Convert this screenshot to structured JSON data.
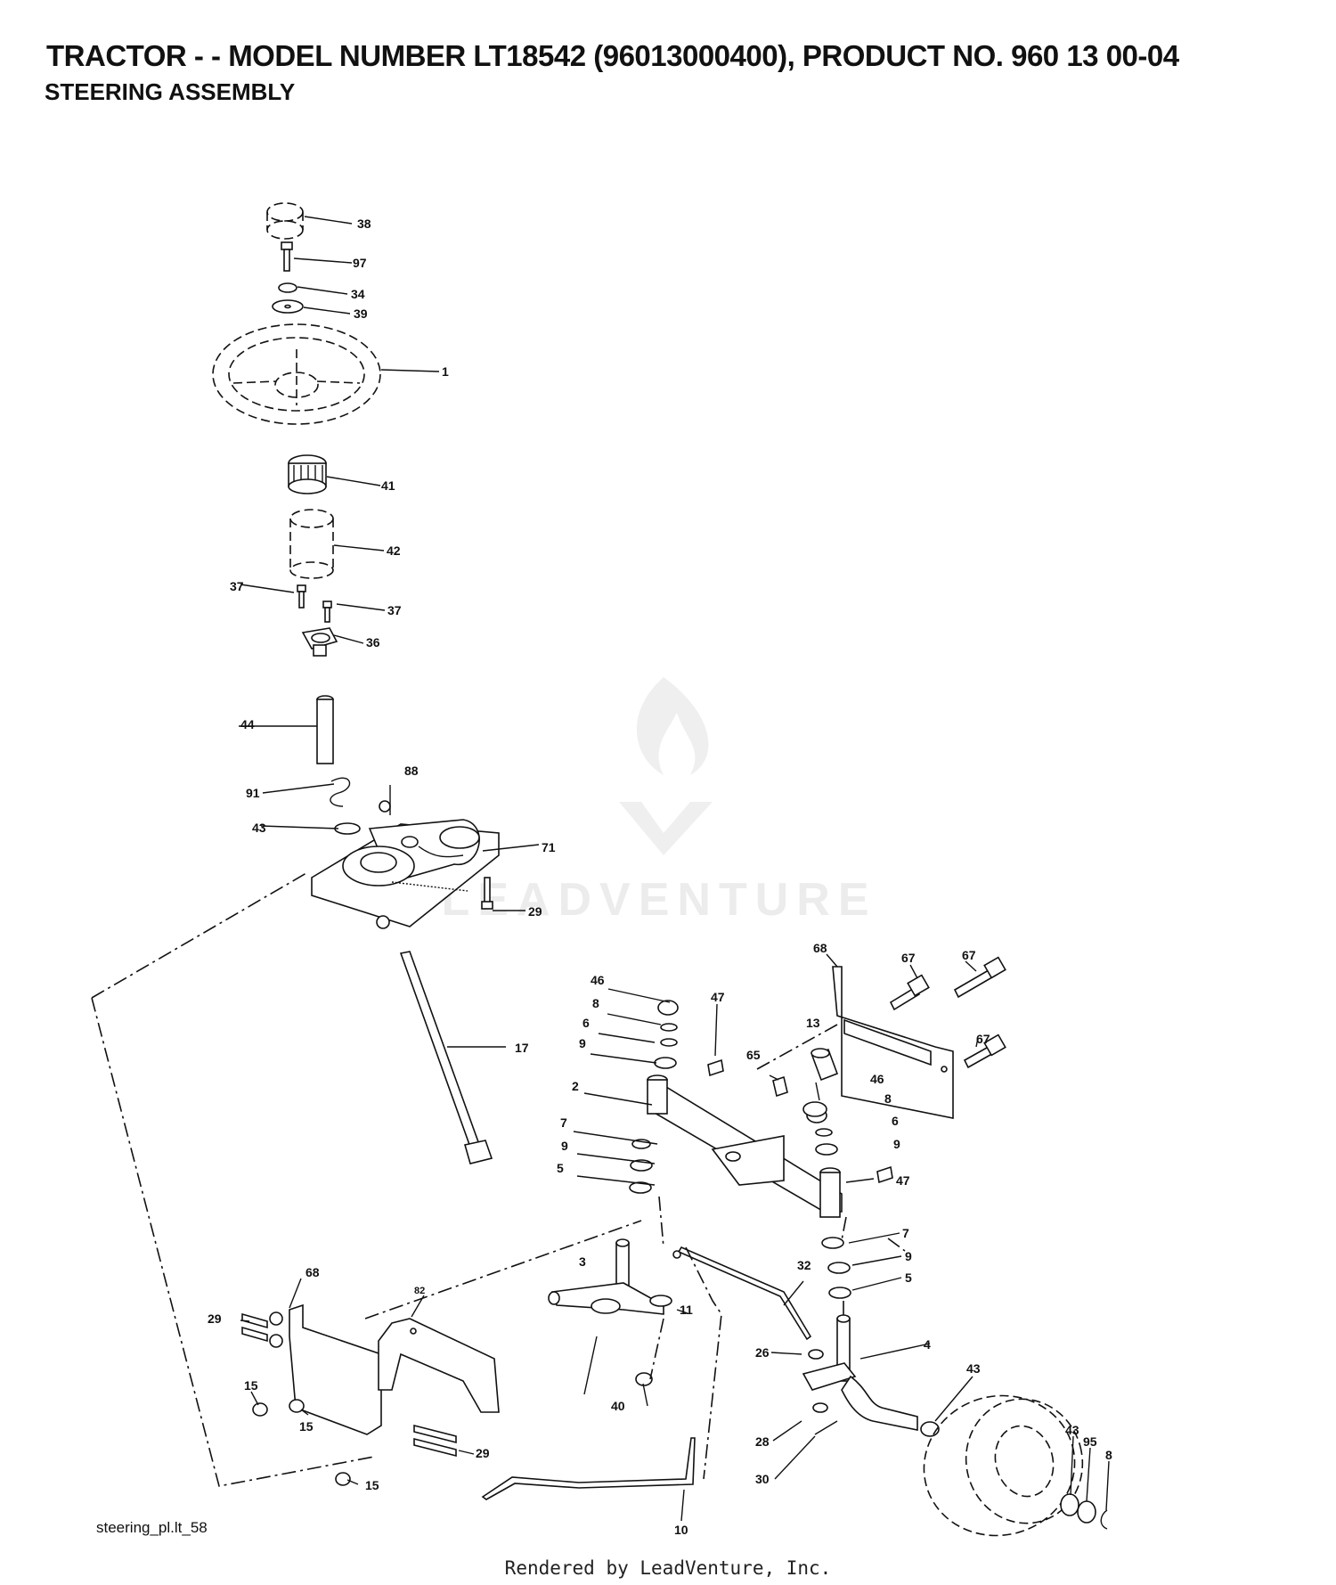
{
  "header": {
    "title": "TRACTOR - - MODEL NUMBER LT18542 (96013000400), PRODUCT NO. 960 13 00-04",
    "subtitle": "STEERING ASSEMBLY"
  },
  "watermark": {
    "text": "LEADVENTURE"
  },
  "footer": {
    "filename": "steering_pl.lt_58",
    "credit": "Rendered by LeadVenture, Inc."
  },
  "callouts": [
    "38",
    "97",
    "34",
    "39",
    "1",
    "41",
    "42",
    "37",
    "37",
    "36",
    "44",
    "91",
    "88",
    "43",
    "71",
    "29",
    "17",
    "68",
    "67",
    "67",
    "67",
    "46",
    "8",
    "47",
    "6",
    "13",
    "9",
    "65",
    "2",
    "46",
    "8",
    "6",
    "7",
    "9",
    "9",
    "5",
    "47",
    "7",
    "9",
    "5",
    "32",
    "3",
    "11",
    "4",
    "26",
    "43",
    "68",
    "29",
    "82",
    "40",
    "15",
    "15",
    "29",
    "28",
    "43",
    "95",
    "8",
    "30",
    "10",
    "15"
  ]
}
